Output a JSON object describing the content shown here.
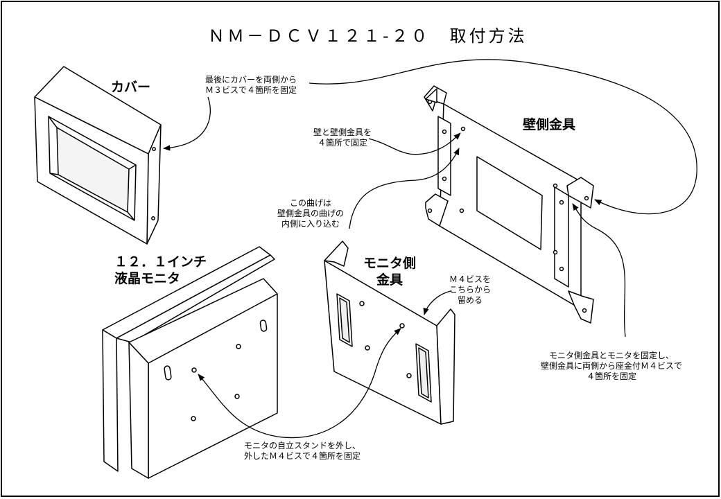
{
  "title": "ＮＭ－ＤＣＶ１２１-２０　取付方法",
  "parts": {
    "cover": "カバー",
    "wall_bracket": "壁側金具",
    "monitor_line1": "１２．１インチ",
    "monitor_line2": "液晶モニタ",
    "monitor_bracket_line1": "モニタ側",
    "monitor_bracket_line2": "金具"
  },
  "notes": {
    "cover_fix": [
      "最後にカバーを両側から",
      "Ｍ３ビスで４箇所を固定"
    ],
    "wall_fix": [
      "壁と壁側金具を",
      "４箇所で固定"
    ],
    "bend": [
      "この曲げは",
      "壁側金具の曲げの",
      "内側に入り込む"
    ],
    "m4_screw": [
      "Ｍ４ビスを",
      "こちらから",
      "留める"
    ],
    "bracket_fix": [
      "モニタ側金具とモニタを固定し、",
      "壁側金具に両側から座金付Ｍ４ビスで",
      "４箇所を固定"
    ],
    "stand_fix": [
      "モニタの自立スタンドを外し、",
      "外したＭ４ビスで４箇所を固定"
    ]
  }
}
